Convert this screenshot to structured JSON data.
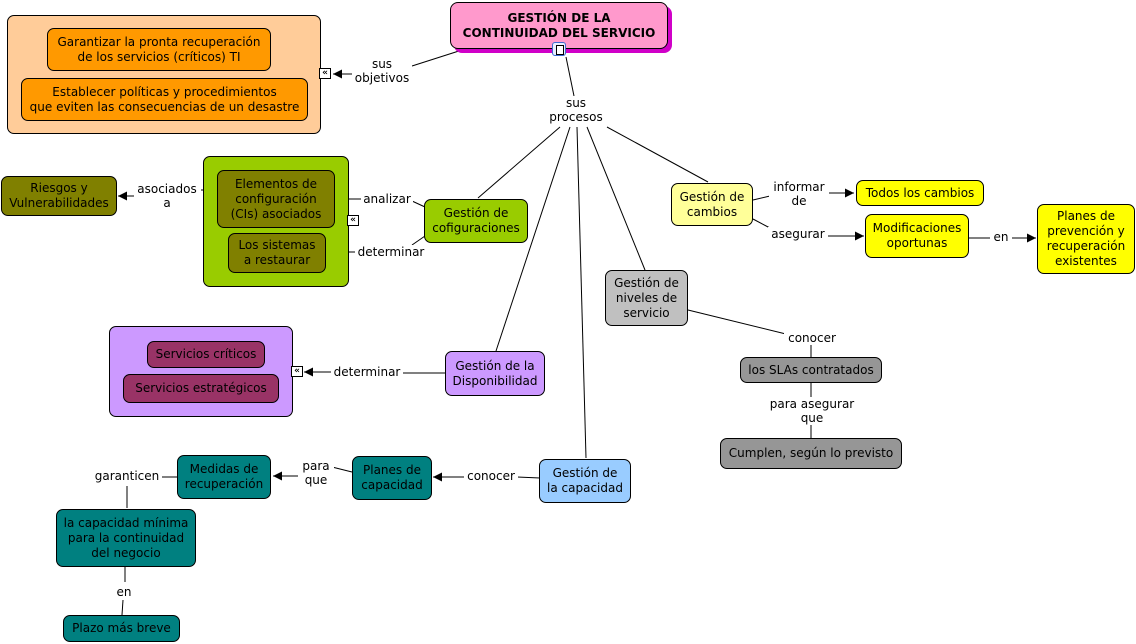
{
  "title": "GESTIÓN DE LA\nCONTINUIDAD DEL SERVICIO",
  "colors": {
    "title_fill": "#ff99cc",
    "objectives_group": "#ffcc99",
    "objectives_node": "#ff9900",
    "config_group": "#99cc00",
    "config_node": "#808000",
    "availability_group": "#cc99ff",
    "availability_node": "#993366",
    "changes": "#ffff99",
    "changes_targets": "#ffff00",
    "levels": "#c0c0c0",
    "levels_children": "#969696",
    "capacity": "#99ccff",
    "capacity_children": "#008080",
    "risks": "#808000"
  },
  "nodes": {
    "obj1": "Garantizar la pronta recuperación\nde los servicios (críticos) TI",
    "obj2": "Establecer políticas y procedimientos\nque eviten las consecuencias de un desastre",
    "riesgos": "Riesgos y\nVulnerabilidades",
    "elementos": "Elementos de\nconfiguración\n(CIs) asociados",
    "sistemas": "Los sistemas\na restaurar",
    "gconfig": "Gestión de\ncofiguraciones",
    "gcambios": "Gestión de\ncambios",
    "todos": "Todos los cambios",
    "modif": "Modificaciones\noportunas",
    "planes_prev": "Planes de\nprevención y\nrecuperación\nexistentes",
    "gniveles": "Gestión de\nniveles de\nservicio",
    "slas": "los SLAs contratados",
    "cumplen": "Cumplen, según lo previsto",
    "criticos": "Servicios críticos",
    "estrategicos": "Servicios estratégicos",
    "gdisp": "Gestión de la\nDisponibilidad",
    "gcap": "Gestión de\nla capacidad",
    "planes_cap": "Planes de\ncapacidad",
    "medidas": "Medidas de\nrecuperación",
    "capmin": "la capacidad mínima\npara la continuidad\ndel negocio",
    "plazo": "Plazo más breve"
  },
  "links": {
    "sus_objetivos": "sus\nobjetivos",
    "sus_procesos": "sus\nprocesos",
    "asociados_a": "asociados\na",
    "analizar": "analizar",
    "determinar1": "determinar",
    "informar_de": "informar\nde",
    "asegurar": "asegurar",
    "en1": "en",
    "conocer1": "conocer",
    "para_asegurar_que": "para asegurar\nque",
    "determinar2": "determinar",
    "conocer2": "conocer",
    "para_que": "para\nque",
    "garanticen": "garanticen",
    "en2": "en"
  }
}
